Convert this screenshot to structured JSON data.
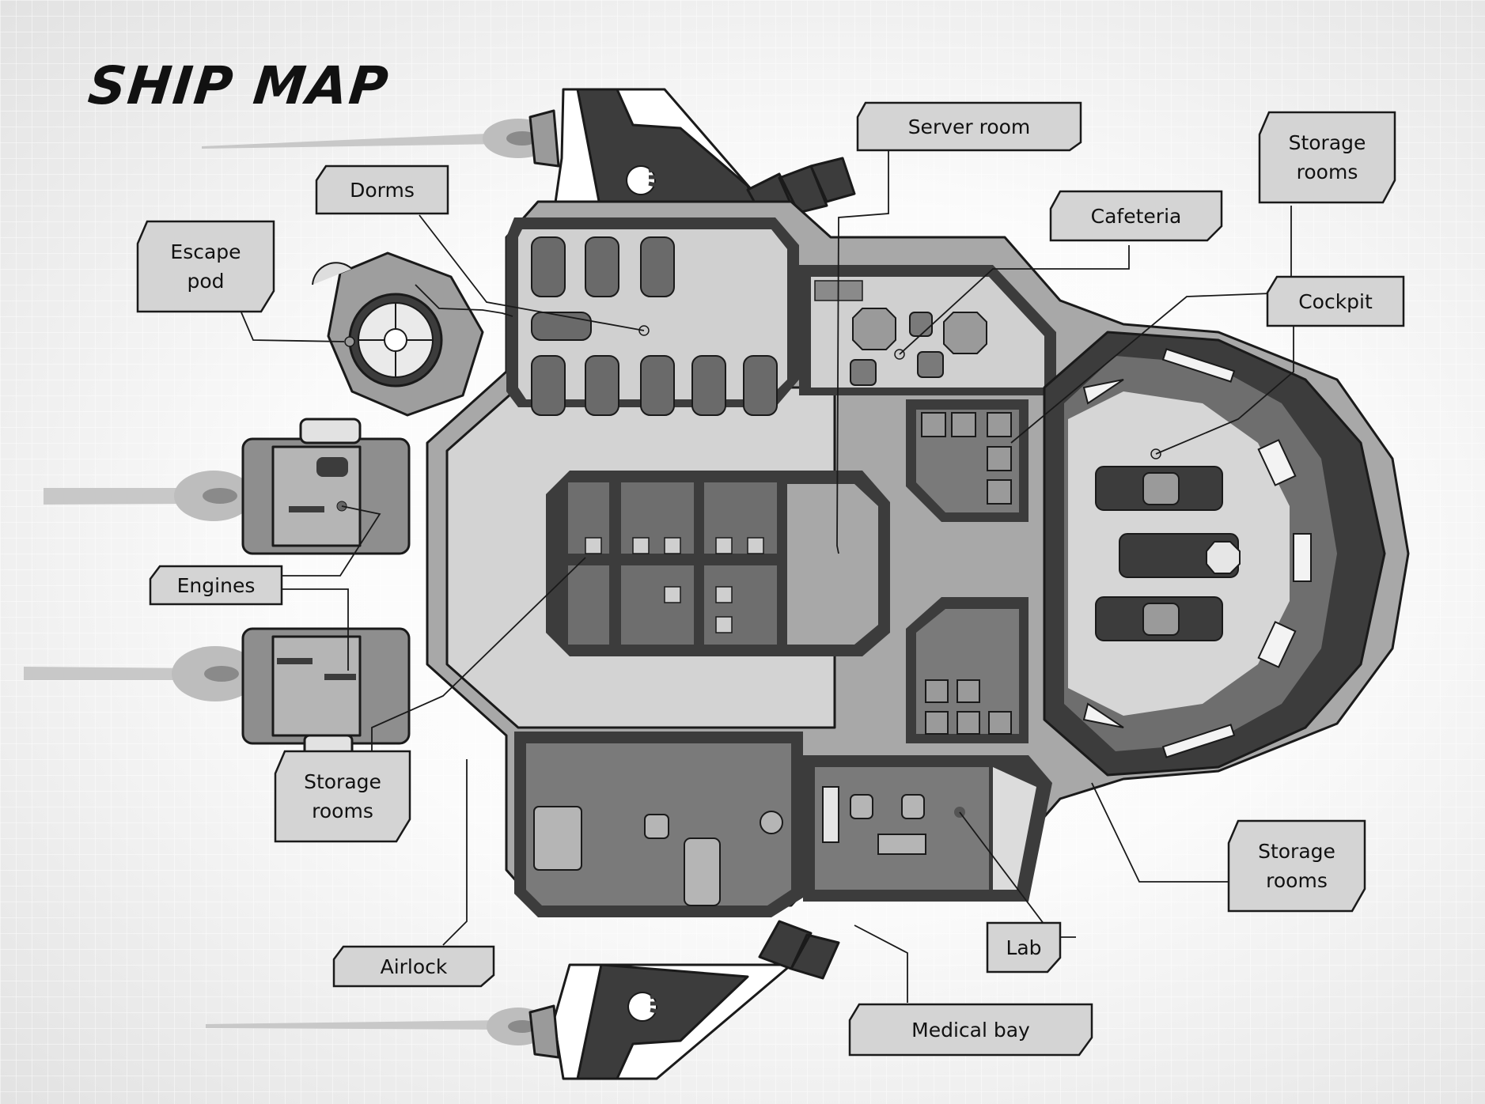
{
  "title": "SHIP MAP",
  "labels": {
    "server_room": "Server room",
    "storage_top": "Storage\nrooms",
    "dorms": "Dorms",
    "cafeteria": "Cafeteria",
    "escape_pod": "Escape\npod",
    "cockpit": "Cockpit",
    "engines": "Engines",
    "storage_left": "Storage\nrooms",
    "storage_right": "Storage\nrooms",
    "airlock": "Airlock",
    "lab": "Lab",
    "medical_bay": "Medical bay"
  },
  "colors": {
    "hull_dark": "#3c3c3c",
    "hull_mid": "#7a7a7a",
    "hull_light": "#bdbdbd",
    "floor": "#d2d2d2",
    "label_fill": "#d4d4d4",
    "outline": "#1a1a1a"
  }
}
